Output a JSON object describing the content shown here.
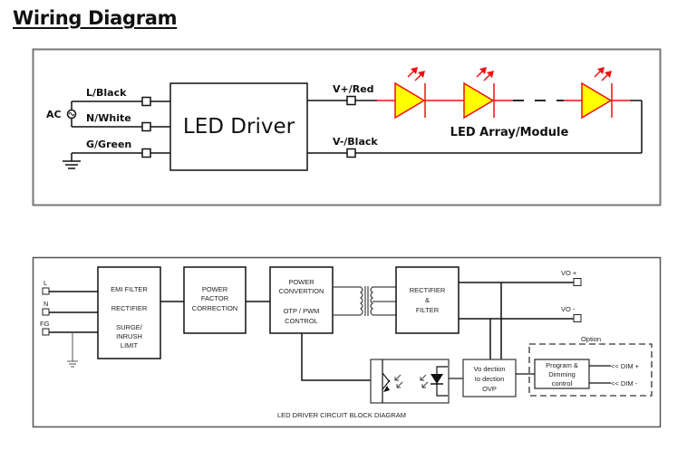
{
  "title": "Wiring Diagram",
  "wiring": {
    "inputs": [
      {
        "label": "L/Black"
      },
      {
        "label": "N/White"
      },
      {
        "label": "G/Green"
      }
    ],
    "ac_label": "AC",
    "driver_label": "LED Driver",
    "outputs": [
      {
        "label": "V+/Red"
      },
      {
        "label": "V-/Black"
      }
    ],
    "led_module_label": "LED Array/Module",
    "led_count_shown": 3,
    "colors": {
      "led_fill": "#ffff00",
      "led_stroke": "#ee1111",
      "wire": "#111111",
      "frame": "#777777"
    }
  },
  "block_diagram": {
    "caption": "LED DRIVER CIRCUIT BLOCK DIAGRAM",
    "inputs": [
      "L",
      "N",
      "FG"
    ],
    "blocks": {
      "emi": [
        "EMI FILTER",
        "RECTIFIER",
        "SURGE/",
        "INRUSH",
        "LIMIT"
      ],
      "pfc": [
        "POWER",
        "FACTOR",
        "CORRECTION"
      ],
      "power": [
        "POWER",
        "CONVERTION",
        "OTP / PWM",
        "CONTROL"
      ],
      "rectifier": [
        "RECTIFIER",
        "&",
        "FILTER"
      ],
      "detection": [
        "Vo dection",
        "Io dection",
        "OVP"
      ],
      "program": [
        "Program &",
        "Dimming",
        "control"
      ]
    },
    "outputs": [
      "VO +",
      "VO -"
    ],
    "option_label": "Option",
    "dim_inputs": [
      "<<  DIM +",
      "<<  DIM -"
    ]
  }
}
